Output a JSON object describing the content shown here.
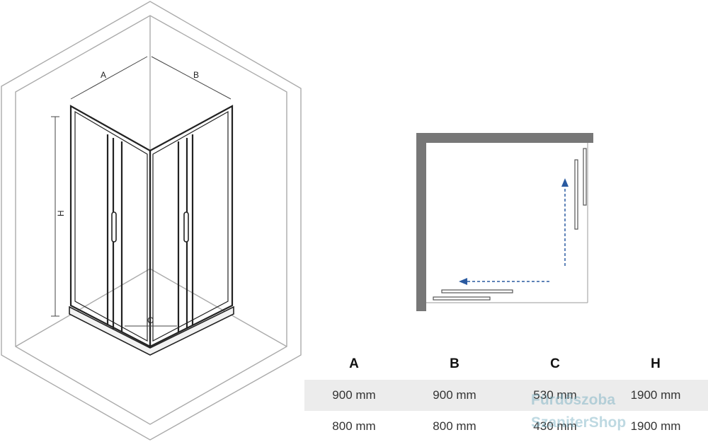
{
  "diagram": {
    "labels": {
      "a": "A",
      "b": "B",
      "c": "C",
      "h": "H"
    }
  },
  "table": {
    "headers": [
      "A",
      "B",
      "C",
      "H"
    ],
    "rows": [
      [
        "900 mm",
        "900 mm",
        "530 mm",
        "1900 mm"
      ],
      [
        "800 mm",
        "800 mm",
        "430 mm",
        "1900 mm"
      ]
    ]
  },
  "watermark": {
    "line1": "Fürdőszoba",
    "line2": "SzaniterShop"
  },
  "colors": {
    "arrow": "#2a5aa0",
    "wall": "#777777",
    "row_shade": "#ececec"
  }
}
